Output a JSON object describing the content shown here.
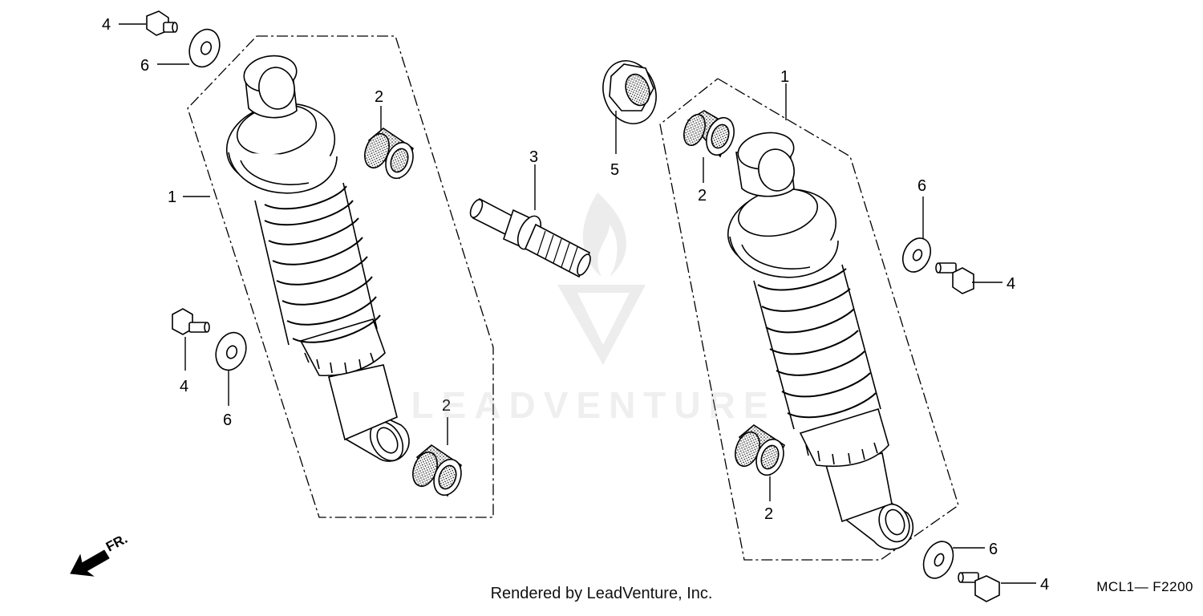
{
  "diagram": {
    "callouts": {
      "l_shock": "1",
      "l_bolt_top": "4",
      "l_washer_top": "6",
      "l_bush_top": "2",
      "l_bolt_bottom": "4",
      "l_washer_bottom": "6",
      "l_bush_bottom": "2",
      "stud": "3",
      "nut": "5",
      "r_shock": "1",
      "r_bush_top": "2",
      "r_washer_top": "6",
      "r_bolt_top": "4",
      "r_bush_bottom": "2",
      "r_washer_bottom": "6",
      "r_bolt_bottom": "4"
    },
    "direction_label": "FR.",
    "watermark": "LEADVENTURE"
  },
  "footer": {
    "rendered_by": "Rendered by LeadVenture, Inc.",
    "diagram_code": "MCL1— F2200"
  },
  "colors": {
    "line": "#000000",
    "background": "#ffffff"
  }
}
